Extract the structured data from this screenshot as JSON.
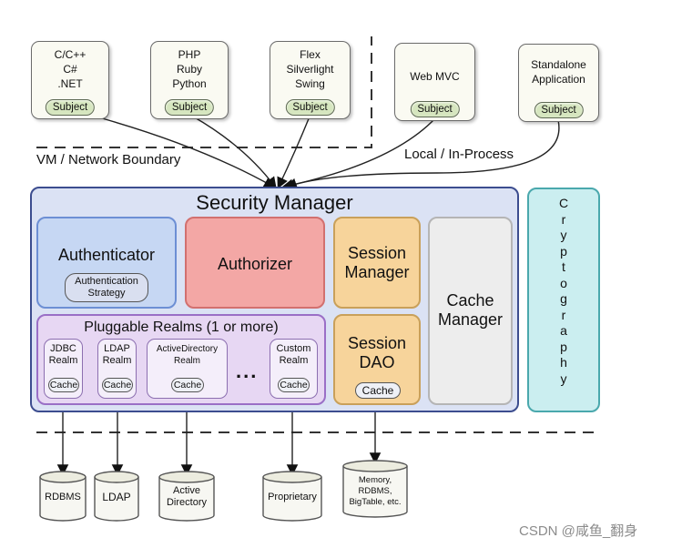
{
  "clients": [
    {
      "lines": [
        "C/C++",
        "C#",
        ".NET"
      ],
      "subject": "Subject"
    },
    {
      "lines": [
        "PHP",
        "Ruby",
        "Python"
      ],
      "subject": "Subject"
    },
    {
      "lines": [
        "Flex",
        "Silverlight",
        "Swing"
      ],
      "subject": "Subject"
    },
    {
      "lines": [
        "Web MVC"
      ],
      "subject": "Subject"
    },
    {
      "lines": [
        "Standalone",
        "Application"
      ],
      "subject": "Subject"
    }
  ],
  "boundaries": {
    "vm_network": "VM / Network Boundary",
    "local_inprocess": "Local / In-Process"
  },
  "security_manager": {
    "title": "Security Manager",
    "authenticator": {
      "label": "Authenticator",
      "strategy": [
        "Authentication",
        "Strategy"
      ]
    },
    "authorizer": {
      "label": "Authorizer"
    },
    "session_manager": {
      "lines": [
        "Session",
        "Manager"
      ]
    },
    "cache_manager": {
      "lines": [
        "Cache",
        "Manager"
      ]
    },
    "session_dao": {
      "lines": [
        "Session",
        "DAO"
      ],
      "cache": "Cache"
    },
    "realms": {
      "title": "Pluggable Realms (1 or more)",
      "items": [
        {
          "lines": [
            "JDBC",
            "Realm"
          ],
          "cache": "Cache"
        },
        {
          "lines": [
            "LDAP",
            "Realm"
          ],
          "cache": "Cache"
        },
        {
          "lines": [
            "ActiveDirectory",
            "Realm"
          ],
          "cache": "Cache"
        },
        {
          "lines": [
            "Custom",
            "Realm"
          ],
          "cache": "Cache"
        }
      ],
      "ellipsis": "..."
    }
  },
  "cryptography": {
    "letters": [
      "C",
      "r",
      "y",
      "p",
      "t",
      "o",
      "g",
      "r",
      "a",
      "p",
      "h",
      "y"
    ]
  },
  "stores": [
    {
      "lines": [
        "RDBMS"
      ]
    },
    {
      "lines": [
        "LDAP"
      ]
    },
    {
      "lines": [
        "Active",
        "Directory"
      ]
    },
    {
      "lines": [
        "Proprietary"
      ]
    },
    {
      "lines": [
        "Memory,",
        "RDBMS,",
        "BigTable, etc."
      ]
    }
  ],
  "watermark": "CSDN @咸鱼_翻身",
  "colors": {
    "security_manager_bg": "#dbe2f4",
    "authenticator_bg": "#c6d7f3",
    "authorizer_bg": "#f3a7a5",
    "session_bg": "#f7d49b",
    "cache_manager_bg": "#ededed",
    "realms_bg": "#e7d7f3",
    "crypto_bg": "#cbeef0"
  }
}
